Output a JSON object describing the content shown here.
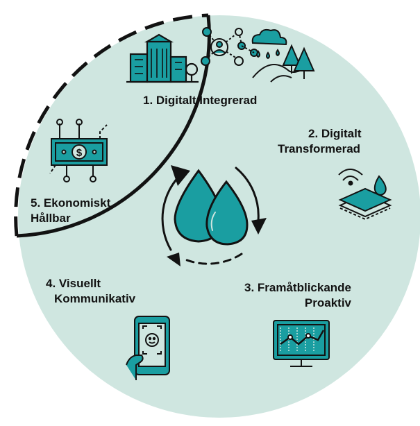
{
  "diagram": {
    "colors": {
      "background_circle": "#cfe6e0",
      "outline": "#121212",
      "accent": "#1a9ea1",
      "drop_fill": "#3aa7a8"
    },
    "center": {
      "icon": "water-drops-cycle-icon"
    },
    "items": [
      {
        "line1": "1. Digitalt Integrerad",
        "line2": "",
        "icons": [
          "city-buildings-icon",
          "network-people-icon",
          "rain-cloud-forest-icon"
        ]
      },
      {
        "line1": "2. Digitalt",
        "line2": "Transformerad",
        "icons": [
          "wireless-water-layers-icon"
        ]
      },
      {
        "line1": "3. Framåtblickande",
        "line2": "Proaktiv",
        "icons": [
          "monitor-chart-icon"
        ]
      },
      {
        "line1": "4. Visuellt",
        "line2": "Kommunikativ",
        "icons": [
          "smartphone-face-scan-icon"
        ]
      },
      {
        "line1": "5. Ekonomiskt",
        "line2": "Hållbar",
        "icons": [
          "circuit-money-icon"
        ]
      }
    ]
  }
}
